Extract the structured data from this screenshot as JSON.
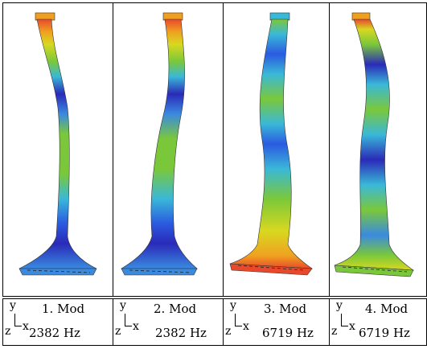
{
  "modes": [
    {
      "mode_label": "1. Mod",
      "freq_label": "2382 Hz"
    },
    {
      "mode_label": "2. Mod",
      "freq_label": "2382 Hz"
    },
    {
      "mode_label": "3. Mod",
      "freq_label": "6719 Hz"
    },
    {
      "mode_label": "4. Mod",
      "freq_label": "6719 Hz"
    }
  ],
  "axis": {
    "y": "y",
    "x": "x",
    "z": "z"
  },
  "colors": {
    "red": "#e8492a",
    "orange": "#f0a020",
    "yellow": "#d8d820",
    "green": "#7ac83a",
    "cyan": "#3ab8d8",
    "blue": "#2a5ae0",
    "darkblue": "#2a2ab8"
  }
}
